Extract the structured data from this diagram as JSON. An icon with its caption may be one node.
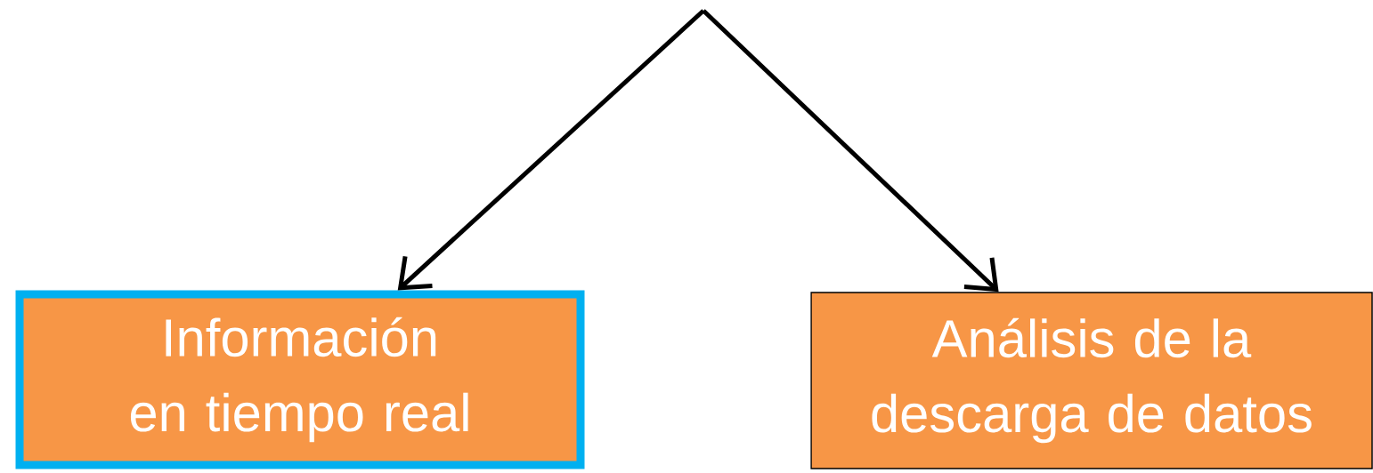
{
  "diagram": {
    "nodes": [
      {
        "text": [
          "Información en tiempo real"
        ]
      },
      {
        "text": [
          "Análisis de la descarga de datos"
        ]
      }
    ],
    "edges": [
      {
        "from": null,
        "to": 0,
        "arrow": "to"
      },
      {
        "from": null,
        "to": 1,
        "arrow": "to"
      }
    ]
  }
}
